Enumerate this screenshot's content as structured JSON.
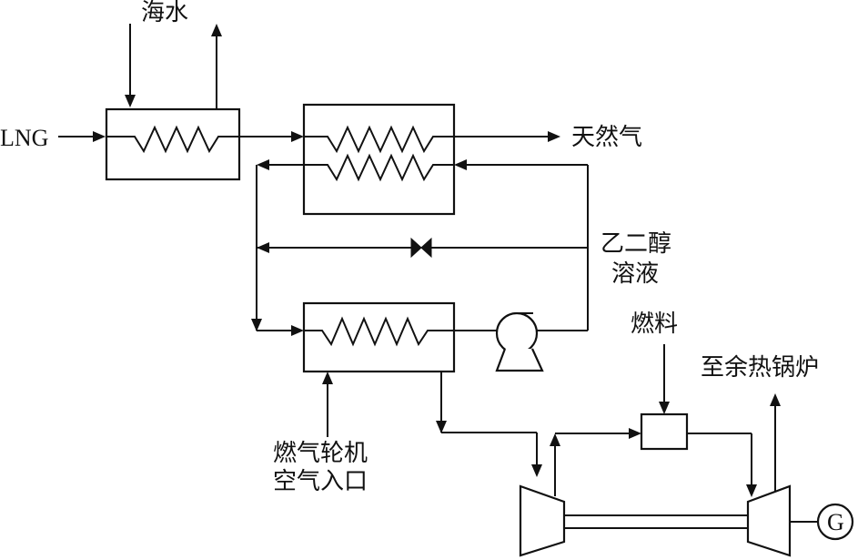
{
  "labels": {
    "seawater": "海水",
    "lng": "LNG",
    "natural_gas": "天然气",
    "glycol_line1": "乙二醇",
    "glycol_line2": "溶液",
    "fuel": "燃料",
    "to_boiler": "至余热锅炉",
    "air_line1": "燃气轮机",
    "air_line2": "空气入口",
    "generator": "G"
  }
}
